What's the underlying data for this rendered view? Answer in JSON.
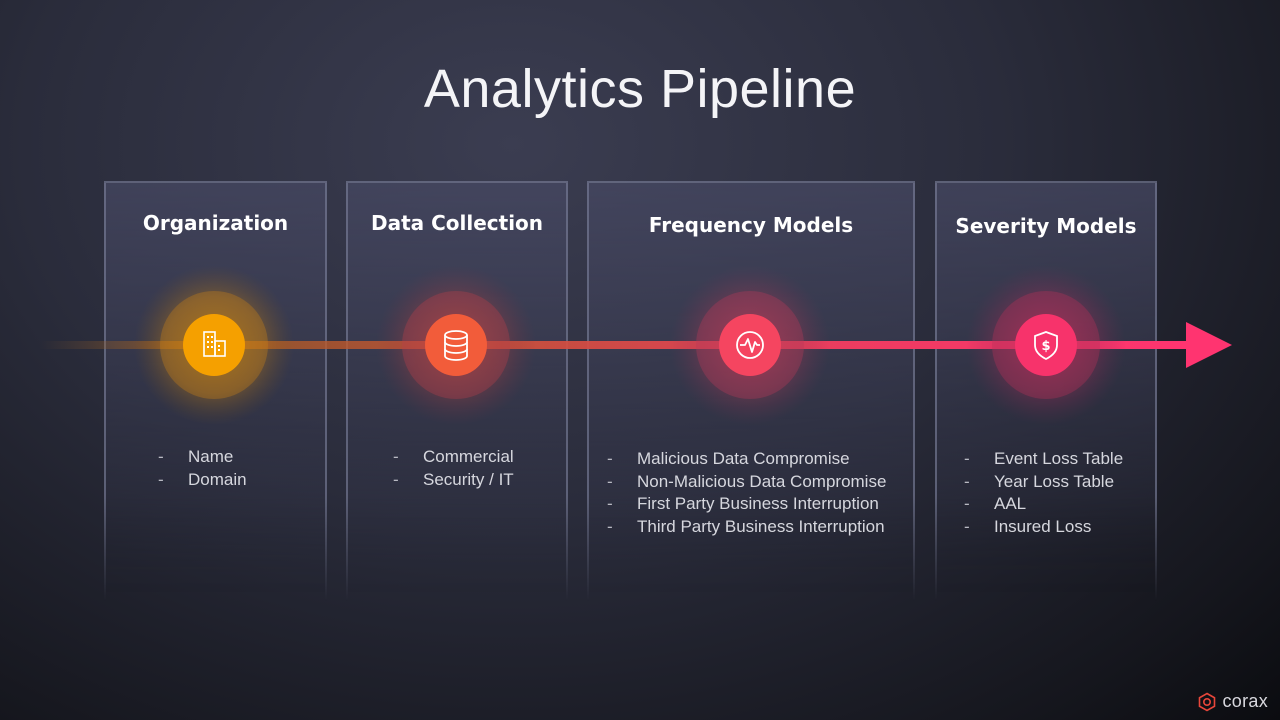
{
  "title": "Analytics Pipeline",
  "stages": [
    {
      "title": "Organization",
      "icon": "building-icon",
      "color": "#f5a000",
      "items": [
        "Name",
        "Domain"
      ]
    },
    {
      "title": "Data Collection",
      "icon": "database-icon",
      "color": "#f25c3a",
      "items": [
        "Commercial",
        "Security / IT"
      ]
    },
    {
      "title": "Frequency Models",
      "icon": "heartbeat-icon",
      "color": "#f54560",
      "items": [
        "Malicious Data Compromise",
        "Non-Malicious Data Compromise",
        "First Party Business Interruption",
        "Third Party Business Interruption"
      ]
    },
    {
      "title": "Severity Models",
      "icon": "dollar-shield-icon",
      "color": "#f7336b",
      "items": [
        "Event Loss Table",
        "Year Loss Table",
        "AAL",
        "Insured Loss"
      ]
    }
  ],
  "brand": {
    "name": "corax",
    "color": "#e8463a"
  }
}
